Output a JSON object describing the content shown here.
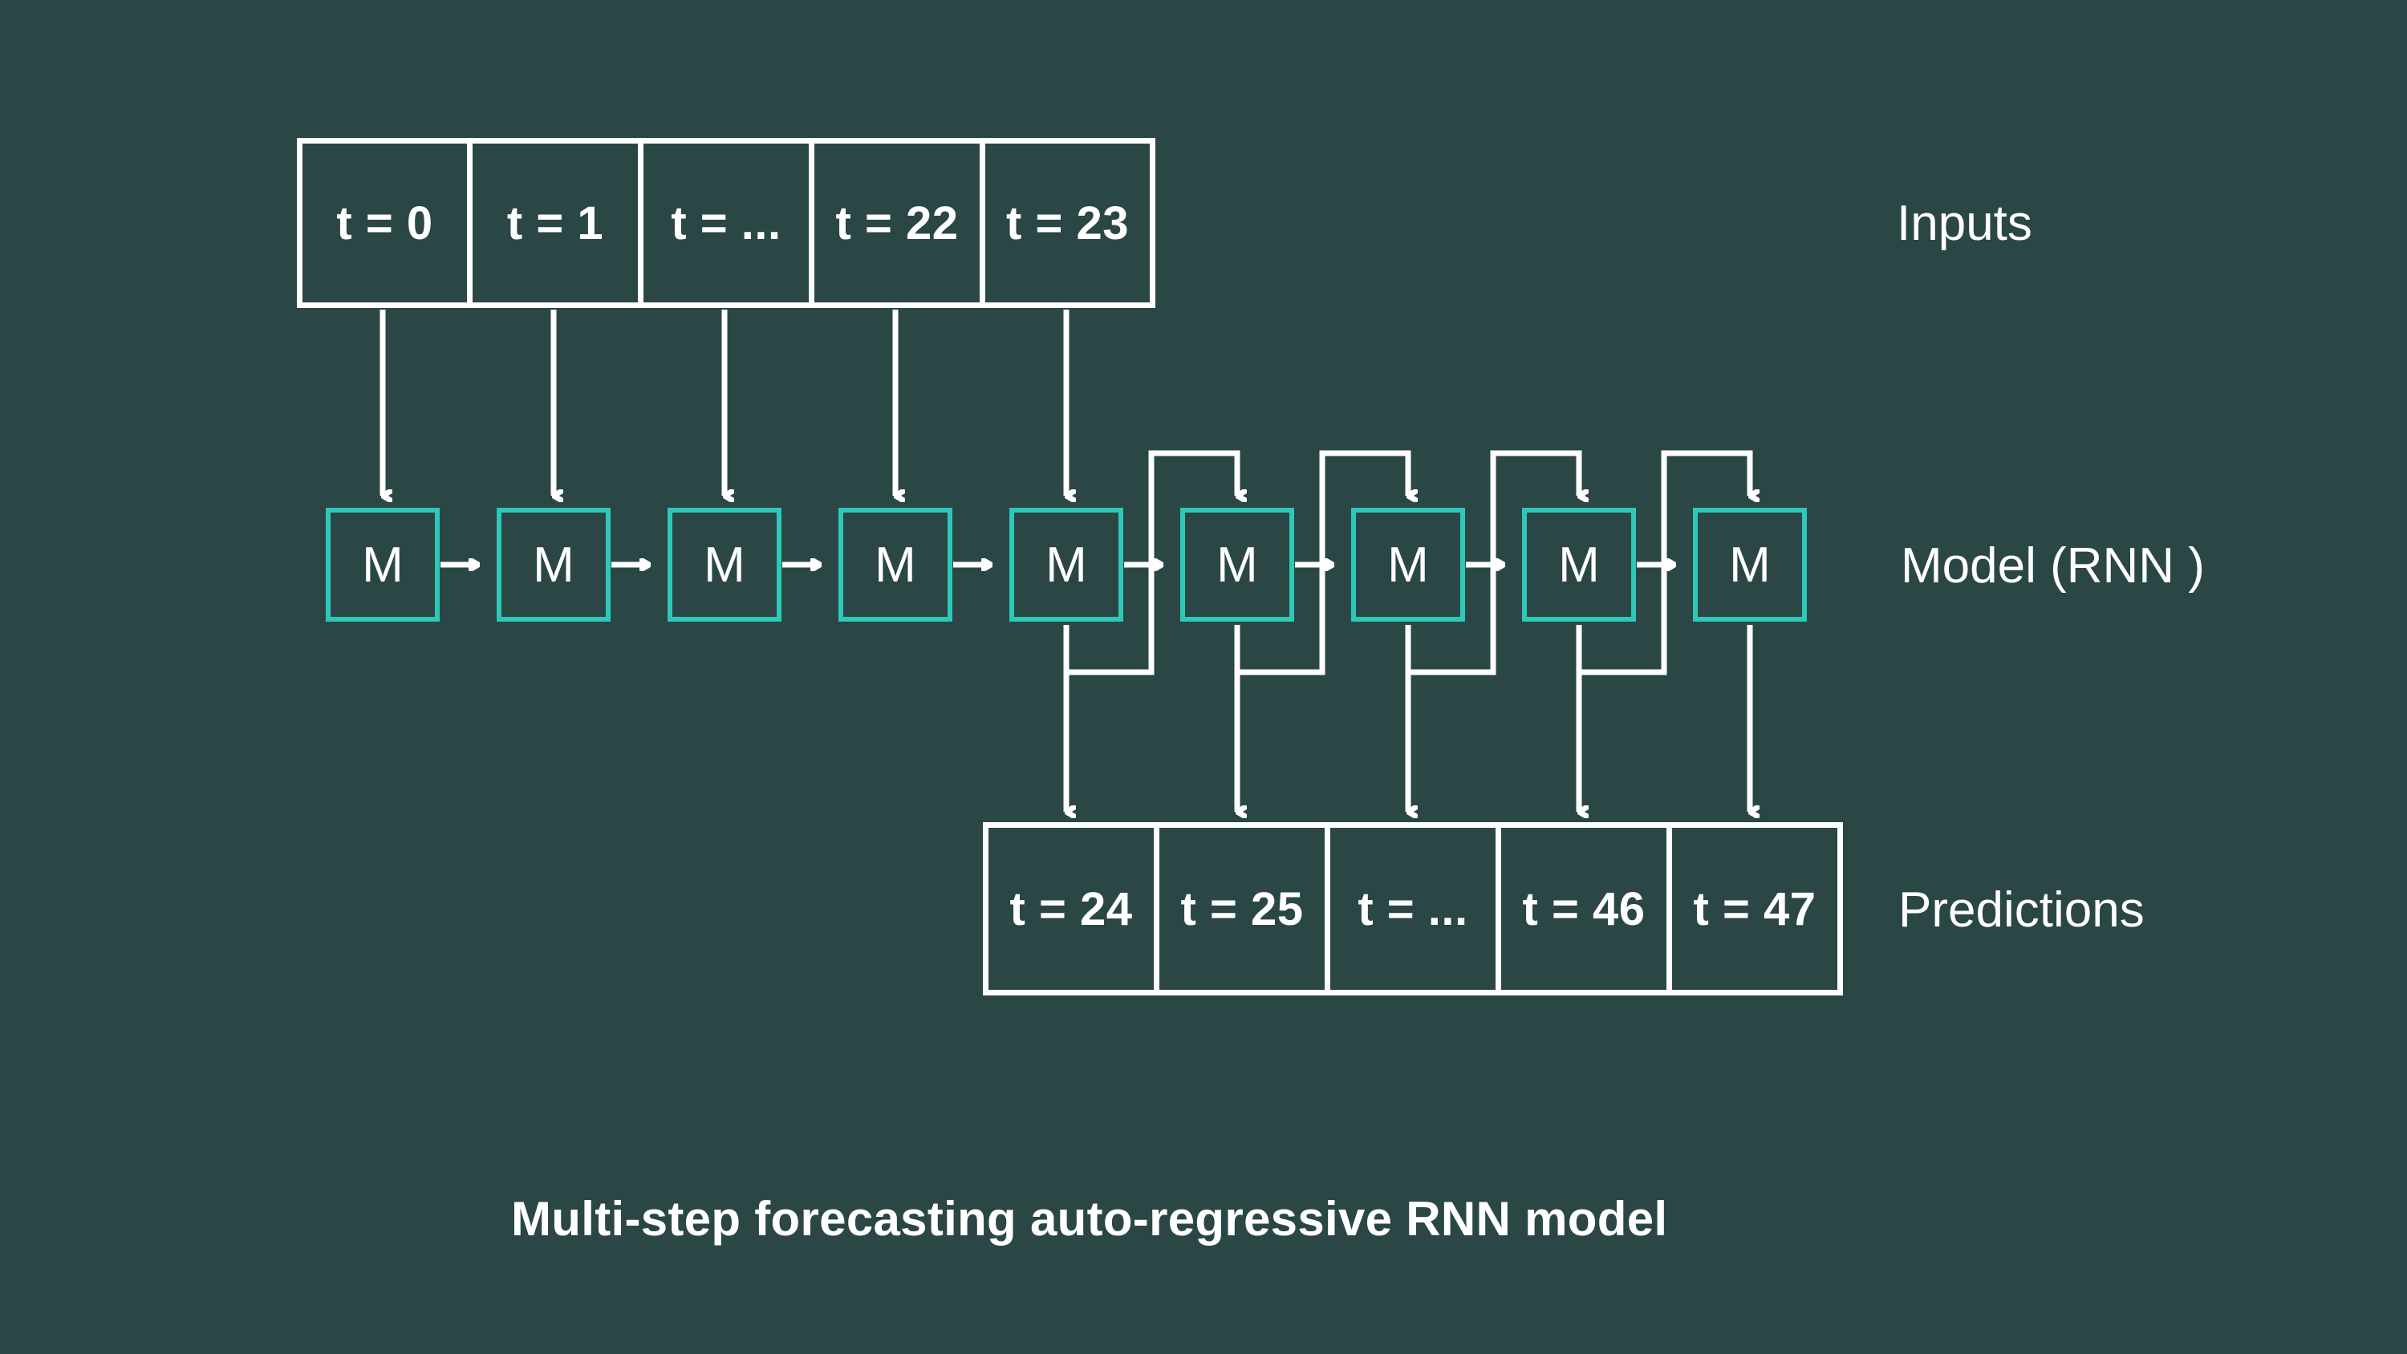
{
  "diagram": {
    "title": "Multi-step forecasting auto-regressive RNN model",
    "background_color": "#2a4745",
    "stroke_color": "#ffffff",
    "model_color": "#2ec8b9"
  },
  "rows": {
    "inputs": {
      "label": "Inputs",
      "cells": [
        {
          "text": "t = 0"
        },
        {
          "text": "t = 1"
        },
        {
          "text": "t = ..."
        },
        {
          "text": "t = 22"
        },
        {
          "text": "t = 23"
        }
      ]
    },
    "model": {
      "label": "Model (RNN )",
      "cells": [
        {
          "text": "M"
        },
        {
          "text": "M"
        },
        {
          "text": "M"
        },
        {
          "text": "M"
        },
        {
          "text": "M"
        },
        {
          "text": "M"
        },
        {
          "text": "M"
        },
        {
          "text": "M"
        },
        {
          "text": "M"
        }
      ]
    },
    "predictions": {
      "label": "Predictions",
      "cells": [
        {
          "text": "t = 24"
        },
        {
          "text": "t = 25"
        },
        {
          "text": "t = ..."
        },
        {
          "text": "t = 46"
        },
        {
          "text": "t = 47"
        }
      ]
    }
  }
}
